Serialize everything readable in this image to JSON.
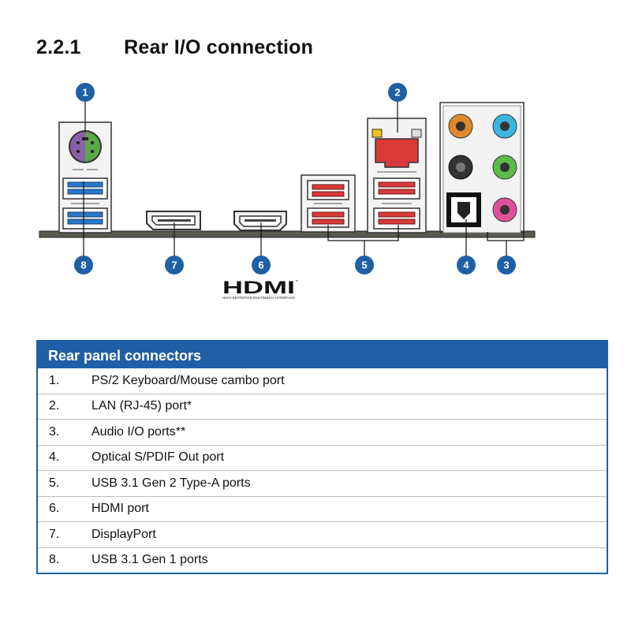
{
  "heading": {
    "number": "2.2.1",
    "title": "Rear I/O connection"
  },
  "callouts": [
    "1",
    "2",
    "3",
    "4",
    "5",
    "6",
    "7",
    "8"
  ],
  "hdmi_logo": {
    "text": "HDMI",
    "tagline": "HIGH-DEFINITION MULTIMEDIA INTERFACE",
    "tm": "™"
  },
  "colors": {
    "accent": "#1f5fa5",
    "ps2_purple": "#8a5fa8",
    "ps2_green": "#5aa84a",
    "lan_red": "#d83a3a",
    "usb_blue": "#2a78c8",
    "audio_orange": "#e08a2a",
    "audio_blue": "#3ab6e0",
    "audio_green": "#5cbc4a",
    "audio_pink": "#e0509a"
  },
  "table": {
    "header": "Rear panel connectors",
    "rows": [
      {
        "index": "1.",
        "label": "PS/2 Keyboard/Mouse cambo port"
      },
      {
        "index": "2.",
        "label": "LAN (RJ-45) port*"
      },
      {
        "index": "3.",
        "label": "Audio I/O ports**"
      },
      {
        "index": "4.",
        "label": "Optical S/PDIF Out port"
      },
      {
        "index": "5.",
        "label": "USB 3.1 Gen 2 Type-A ports"
      },
      {
        "index": "6.",
        "label": "HDMI port"
      },
      {
        "index": "7.",
        "label": "DisplayPort"
      },
      {
        "index": "8.",
        "label": "USB 3.1 Gen 1 ports"
      }
    ]
  }
}
